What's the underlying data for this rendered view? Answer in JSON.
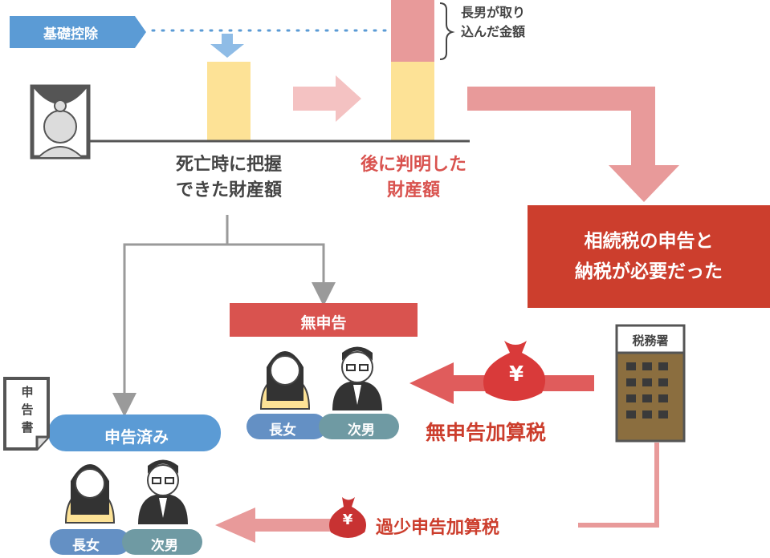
{
  "deduction": {
    "label": "基礎控除"
  },
  "bracket_note": {
    "line1": "長男が取り",
    "line2": "込んだ金額"
  },
  "known_estate": {
    "line1": "死亡時に把握",
    "line2": "できた財産額"
  },
  "discovered_estate": {
    "line1": "後に判明した",
    "line2": "財産額"
  },
  "result_box": {
    "line1": "相続税の申告と",
    "line2": "納税が必要だった"
  },
  "no_filing": {
    "label": "無申告"
  },
  "filed": {
    "label": "申告済み"
  },
  "document": {
    "label": "申告書",
    "chars": [
      "申",
      "告",
      "書"
    ]
  },
  "tax_office": {
    "label": "税務署"
  },
  "penalties": {
    "no_filing": "無申告加算税",
    "under_filing": "過少申告加算税"
  },
  "people": {
    "eldest_daughter": "長女",
    "second_son": "次男"
  },
  "yen_symbol": "¥",
  "colors": {
    "blue": "#5b9bd5",
    "red": "#d9534f",
    "dark_red": "#cc3e2d",
    "pink": "#e89a9a",
    "yellow": "#fde296",
    "gray": "#9a9a9a",
    "navy": "#6490c4",
    "teal": "#6f9aa3",
    "brown": "#8b6e3f"
  }
}
